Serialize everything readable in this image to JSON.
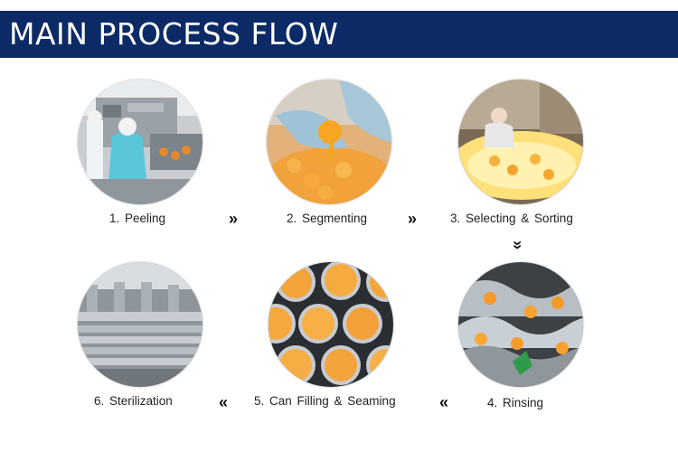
{
  "header": {
    "title": "MAIN PROCESS FLOW",
    "bg_color": "#0b2a66"
  },
  "steps": [
    {
      "label": "1. Peeling"
    },
    {
      "label": "2. Segmenting"
    },
    {
      "label": "3. Selecting  &  Sorting"
    },
    {
      "label": "4. Rinsing"
    },
    {
      "label": "5. Can Filling  &  Seaming"
    },
    {
      "label": "6. Sterilization"
    }
  ],
  "arrows": {
    "right": "»",
    "down": "»",
    "left": "«"
  },
  "accent_orange": "#f5a623"
}
